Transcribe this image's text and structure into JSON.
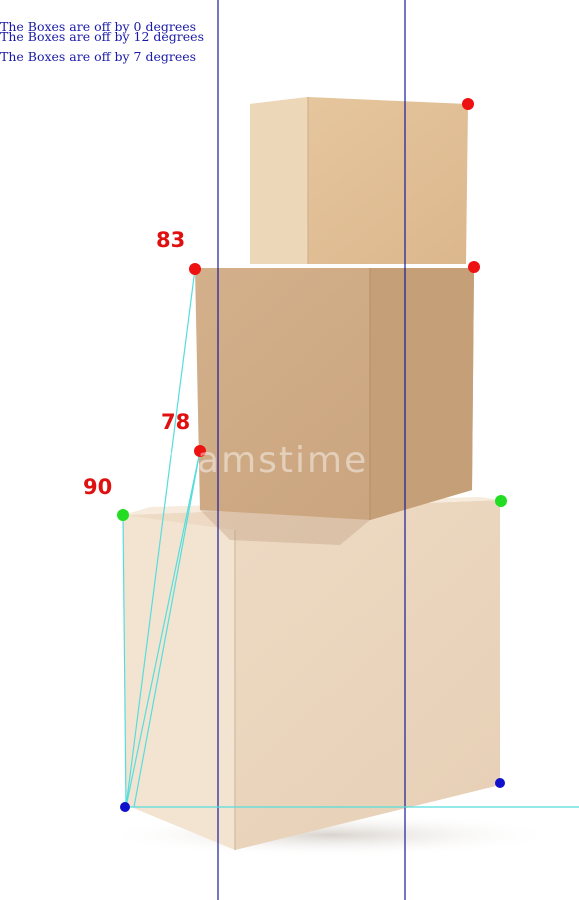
{
  "captions": [
    "The Boxes are off by 0 degrees",
    "The Boxes are off by 12 degrees",
    "The Boxes are off by 7 degrees"
  ],
  "angles": {
    "top_edge": "83",
    "middle_edge": "78",
    "bottom_edge": "90"
  },
  "watermark": "dreamstime",
  "colors": {
    "caption": "#1a1aa8",
    "angle_label": "#e01010",
    "red_marker": "#ee1111",
    "green_marker": "#22dd22",
    "blue_marker": "#1111cc",
    "cyan_line": "#55dddd",
    "vertical_line": "#1a1a99"
  }
}
